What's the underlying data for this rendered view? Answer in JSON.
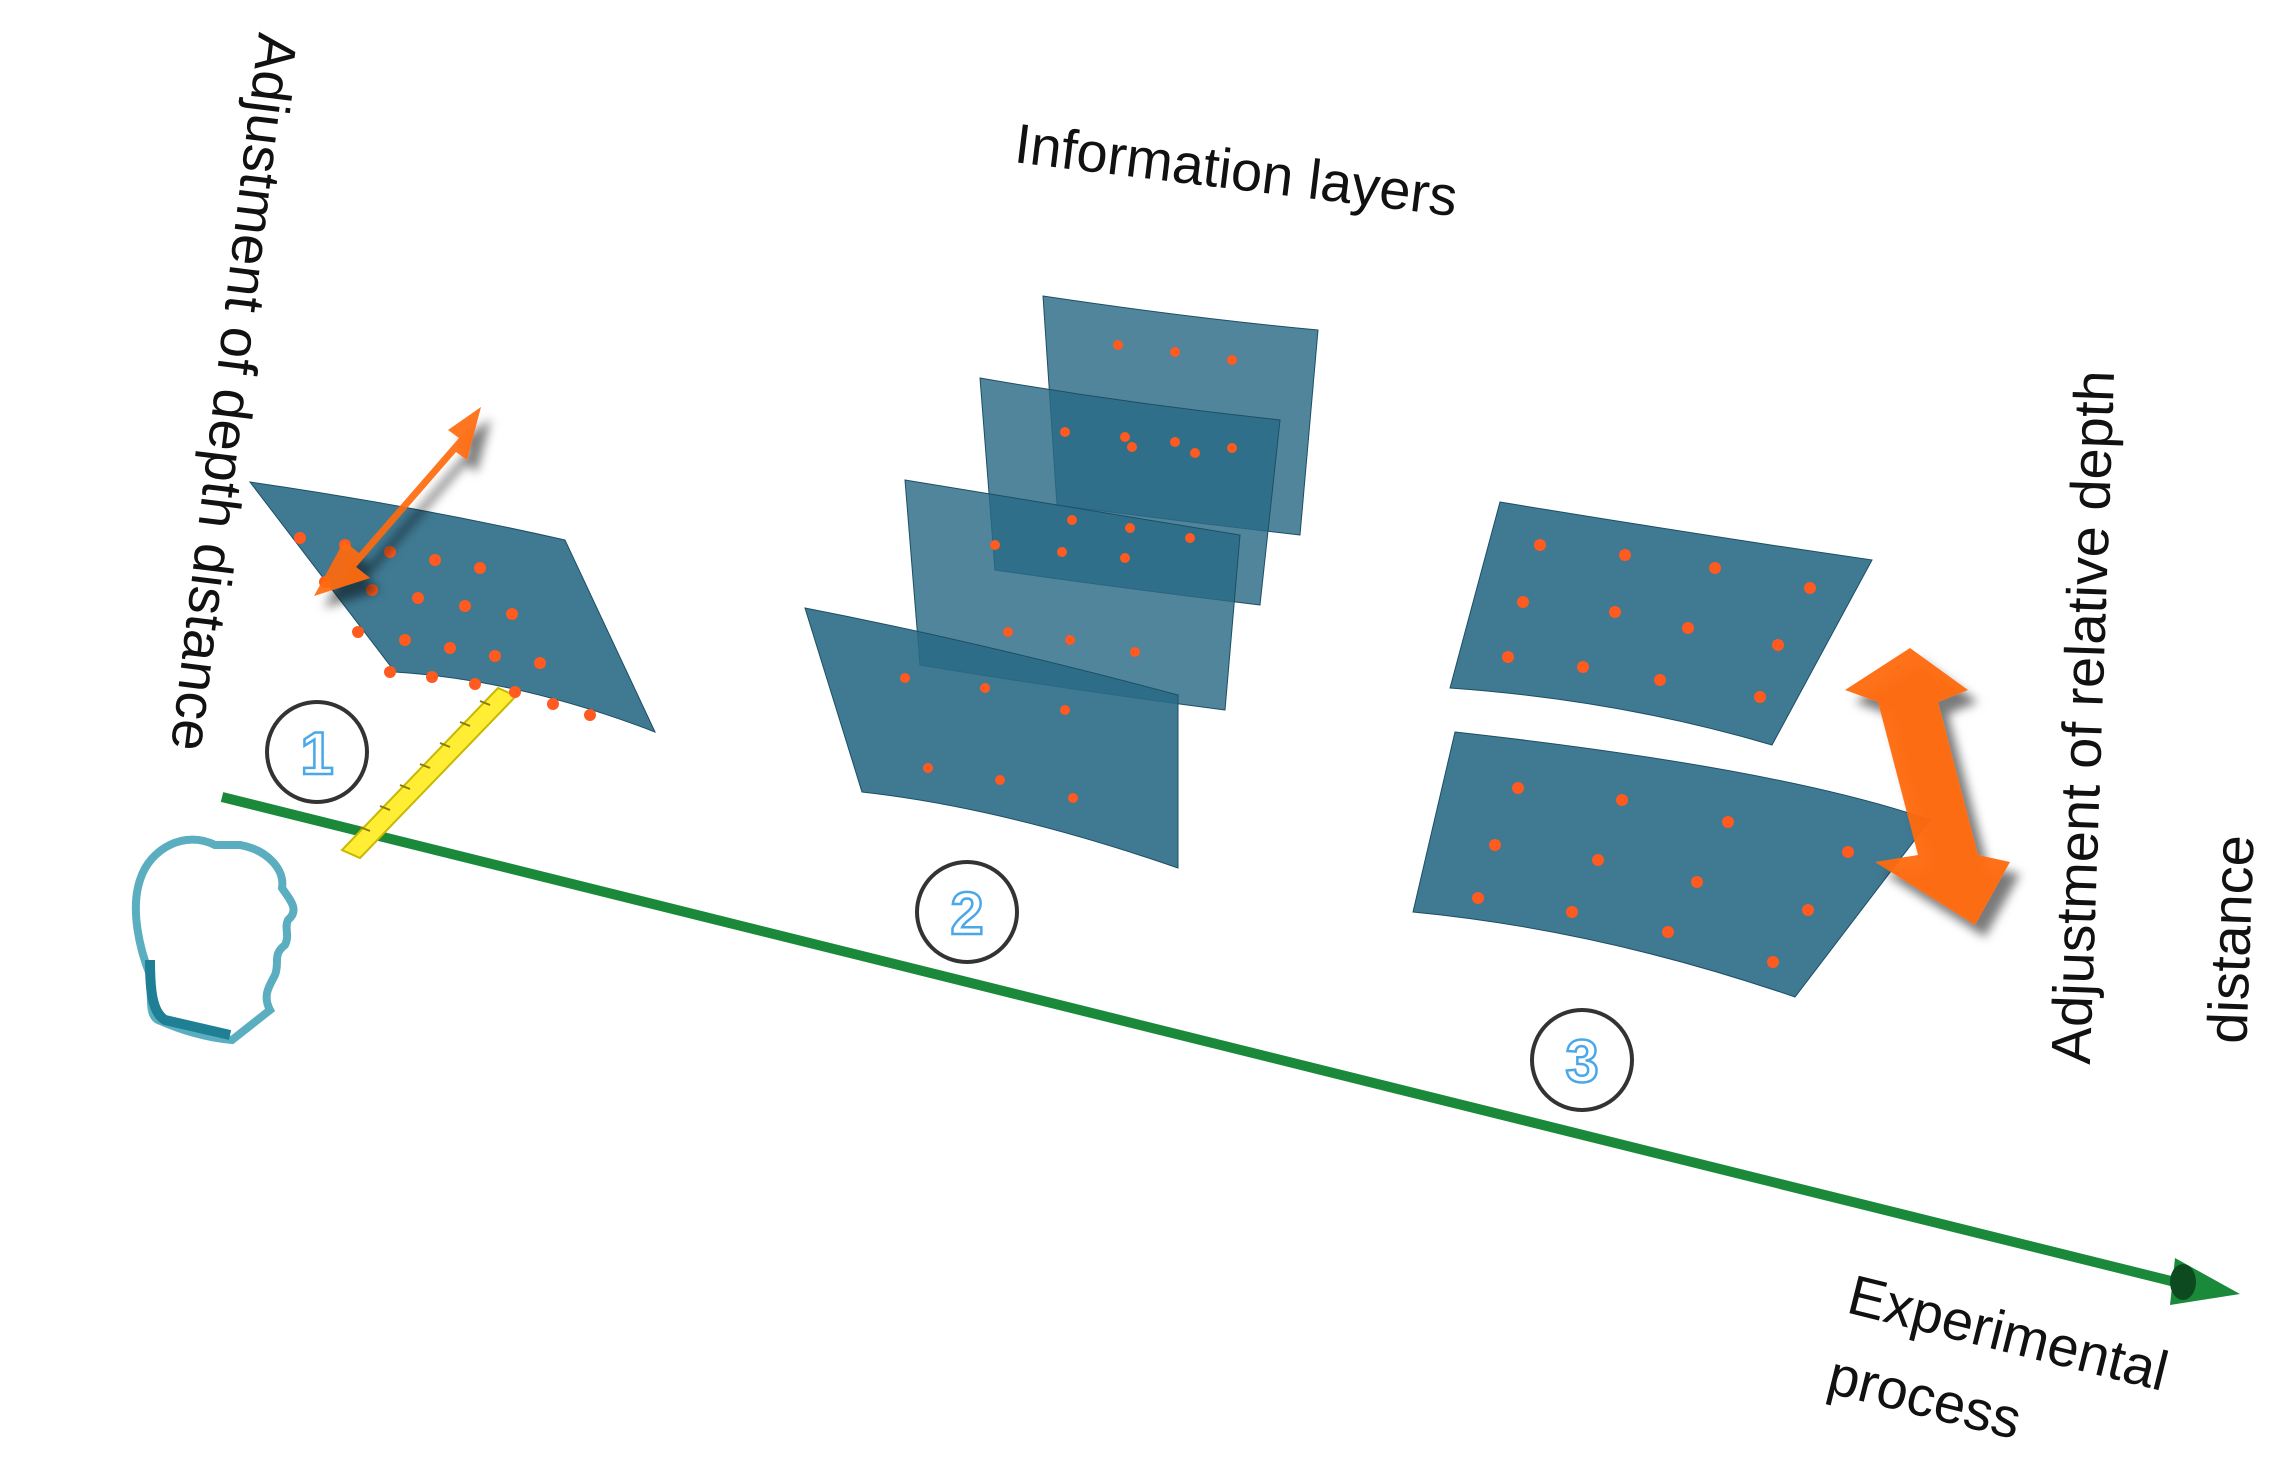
{
  "labels": {
    "info_layers": "Information layers",
    "depth_adjust": "Adjustment of depth distance",
    "relative_depth_line1": "Adjustment of relative depth",
    "relative_depth_line2": "distance",
    "process_line1": "Experimental",
    "process_line2": "process"
  },
  "steps": [
    "1",
    "2",
    "3"
  ],
  "colors": {
    "panel": "#2a6a86",
    "dot": "#ff5a1f",
    "arrow": "#ff6a10",
    "timeline": "#1a8a3a",
    "ruler": "#ffee33",
    "head": "#5aaebf"
  },
  "icons": {
    "viewer": "head-profile-icon",
    "depth_arrow": "double-arrow-icon",
    "ruler": "ruler-icon"
  }
}
